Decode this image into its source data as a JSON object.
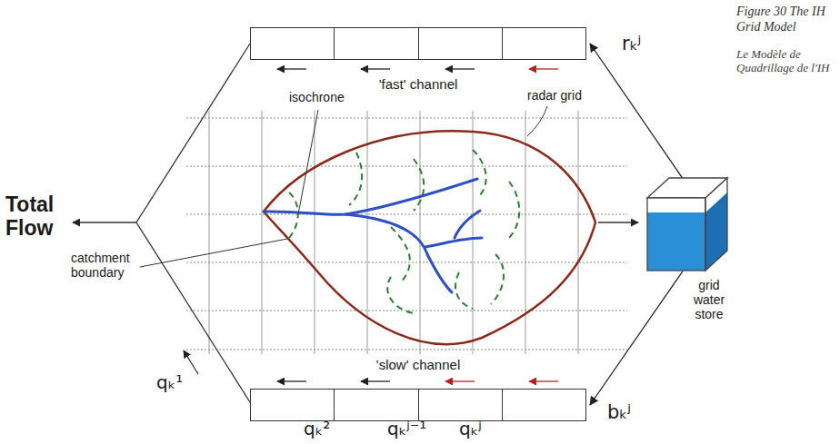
{
  "diagram": {
    "caption": "Figure 30 The IH Grid Model",
    "nodes": [
      {
        "text": [
          "'fast' channel"
        ]
      },
      {
        "text": [
          "'slow' channel"
        ]
      },
      {
        "text": [
          "grid water store"
        ]
      }
    ],
    "edges": [
      {
        "from": 2,
        "to": 0,
        "arrow": "to"
      },
      {
        "from": 2,
        "to": 1,
        "arrow": "to"
      }
    ],
    "labels": [
      "isochrone",
      "radar grid",
      "catchment boundary",
      "Total Flow",
      "rₖʲ",
      "bₖʲ",
      "qₖ¹",
      "qₖ²",
      "qₖʲ⁻¹",
      "qₖʲ",
      "Le Modèle de Quadrillage de l'IH"
    ]
  }
}
